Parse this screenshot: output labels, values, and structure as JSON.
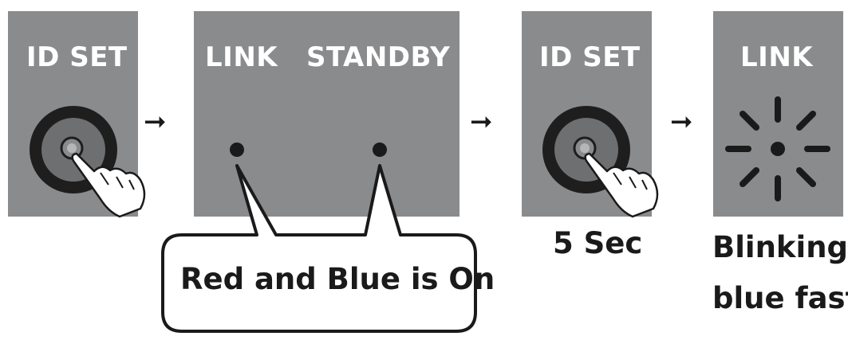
{
  "steps": [
    {
      "panel_label": "ID SET",
      "icon": "id-set-button-press"
    },
    {
      "led_labels": [
        "LINK",
        "STANDBY"
      ],
      "callout": "Red and Blue is On"
    },
    {
      "panel_label": "ID SET",
      "icon": "id-set-button-press",
      "caption": "5 Sec"
    },
    {
      "panel_label": "LINK",
      "icon": "blinking-led",
      "caption_lines": [
        "Blinking",
        "blue fast"
      ]
    }
  ],
  "arrow_symbol": "➞",
  "colors": {
    "panel": "#8a8b8d",
    "panel_text": "#ffffff",
    "ink": "#1a1a1a"
  }
}
